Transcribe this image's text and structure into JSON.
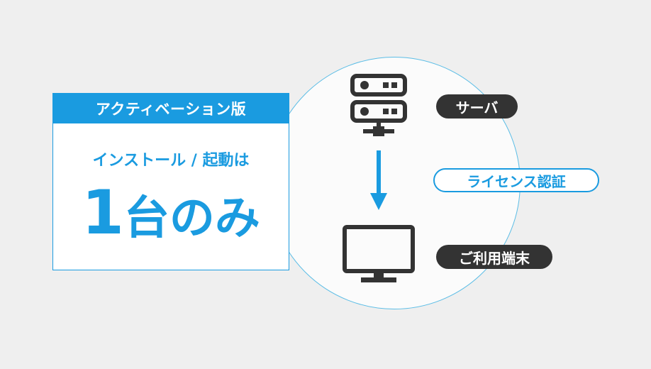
{
  "card": {
    "header": "アクティベーション版",
    "subtitle": "インストール / 起動は",
    "main_number": "1",
    "main_text": "台のみ"
  },
  "diagram": {
    "server_label": "サーバ",
    "license_label": "ライセンス認証",
    "terminal_label": "ご利用端末"
  },
  "icons": {
    "server": "server-icon",
    "arrow": "arrow-down-icon",
    "monitor": "monitor-icon"
  },
  "colors": {
    "accent": "#1a9be0",
    "dark": "#333333",
    "background": "#efefef"
  }
}
